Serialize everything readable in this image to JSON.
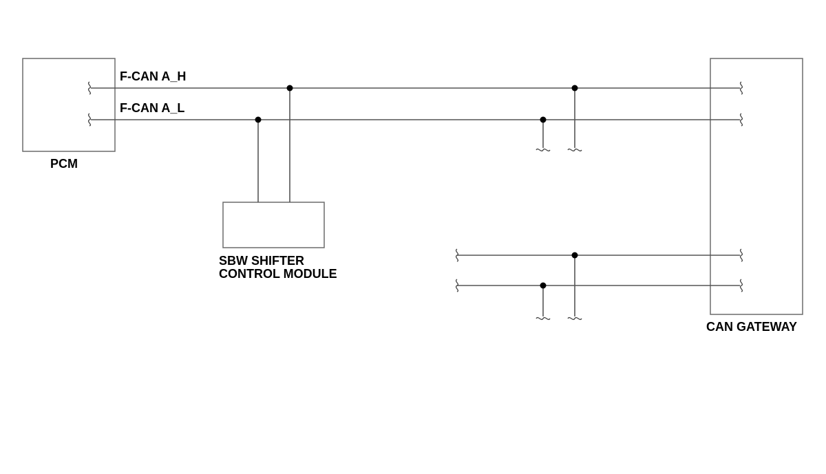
{
  "components": {
    "pcm": "PCM",
    "sbw_line1": "SBW SHIFTER",
    "sbw_line2": "CONTROL MODULE",
    "gateway": "CAN GATEWAY"
  },
  "signals": {
    "can_high": "F-CAN A_H",
    "can_low": "F-CAN A_L"
  },
  "colors": {
    "wire": "#555555",
    "box": "#6b6b6b",
    "node": "#000000",
    "text": "#000000"
  }
}
